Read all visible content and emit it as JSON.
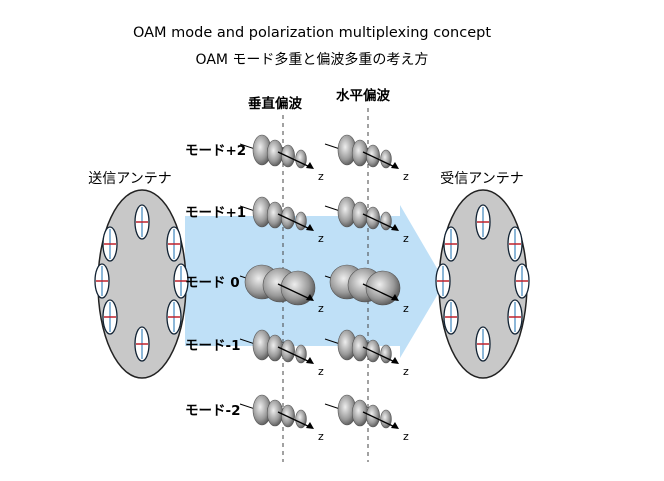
{
  "title": "OAM mode and polarization multiplexing concept",
  "subtitle": "OAM モード多重と偏波多重の考え方",
  "columns": {
    "vertical": "垂直偏波",
    "horizontal": "水平偏波"
  },
  "tx_label": "送信アンテナ",
  "rx_label": "受信アンテナ",
  "axis_label": "z",
  "modes": [
    {
      "label": "モード+2"
    },
    {
      "label": "モード+1"
    },
    {
      "label": "モード 0"
    },
    {
      "label": "モード-1"
    },
    {
      "label": "モード-2"
    }
  ],
  "colors": {
    "arrow": "#bfe0f7",
    "antenna": "#c8c8c8",
    "element_line": "#1a6fb0",
    "element_cross": "#c0202a"
  }
}
